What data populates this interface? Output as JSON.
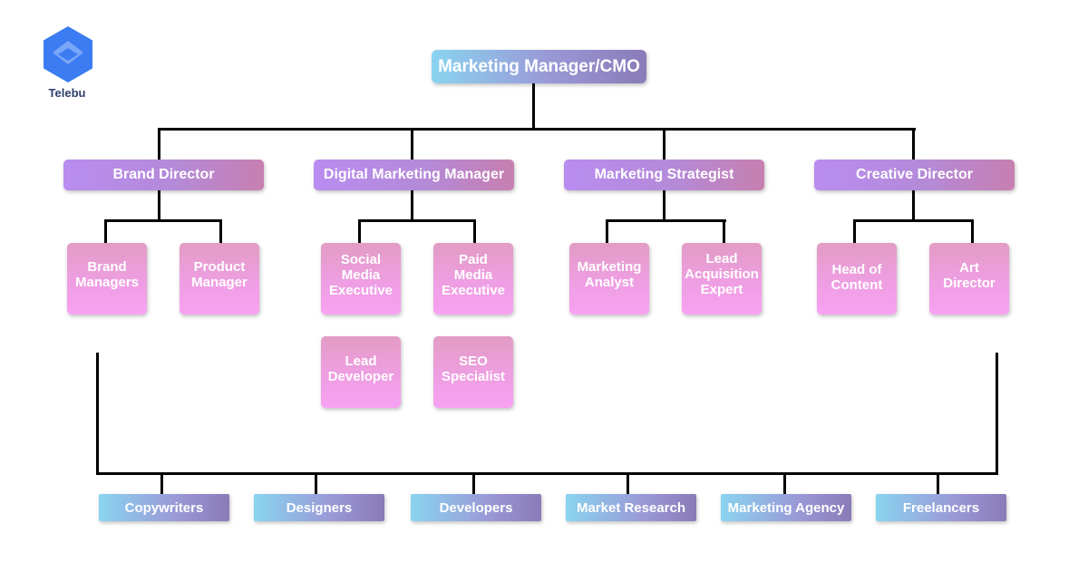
{
  "brand": {
    "name": "Telebu",
    "icon": "hexagon-logo-icon",
    "color": "#3b7cf2"
  },
  "chart": {
    "root": "Marketing Manager/CMO",
    "level1": [
      "Brand Director",
      "Digital Marketing Manager",
      "Marketing Strategist",
      "Creative Director"
    ],
    "level2": [
      {
        "label": "Brand\nManagers",
        "parent": "Brand Director"
      },
      {
        "label": "Product\nManager",
        "parent": "Brand Director"
      },
      {
        "label": "Social\nMedia\nExecutive",
        "parent": "Digital Marketing Manager"
      },
      {
        "label": "Paid\nMedia\nExecutive",
        "parent": "Digital Marketing Manager"
      },
      {
        "label": "Lead\nDeveloper",
        "parent": "Digital Marketing Manager"
      },
      {
        "label": "SEO\nSpecialist",
        "parent": "Digital Marketing Manager"
      },
      {
        "label": "Marketing\nAnalyst",
        "parent": "Marketing Strategist"
      },
      {
        "label": "Lead\nAcquisition\nExpert",
        "parent": "Marketing Strategist"
      },
      {
        "label": "Head of\nContent",
        "parent": "Creative Director"
      },
      {
        "label": "Art\nDirector",
        "parent": "Creative Director"
      }
    ],
    "external": [
      "Copywriters",
      "Designers",
      "Developers",
      "Market Research",
      "Marketing Agency",
      "Freelancers"
    ]
  },
  "colors": {
    "root_gradient": [
      "#8ad4f0",
      "#8a7bb8"
    ],
    "level1_gradient": [
      "#b98cf0",
      "#c77fb0"
    ],
    "level2_gradient": [
      "#e29cc4",
      "#f8a2f2"
    ],
    "external_gradient": [
      "#8ad4f0",
      "#8a7bb8"
    ]
  }
}
